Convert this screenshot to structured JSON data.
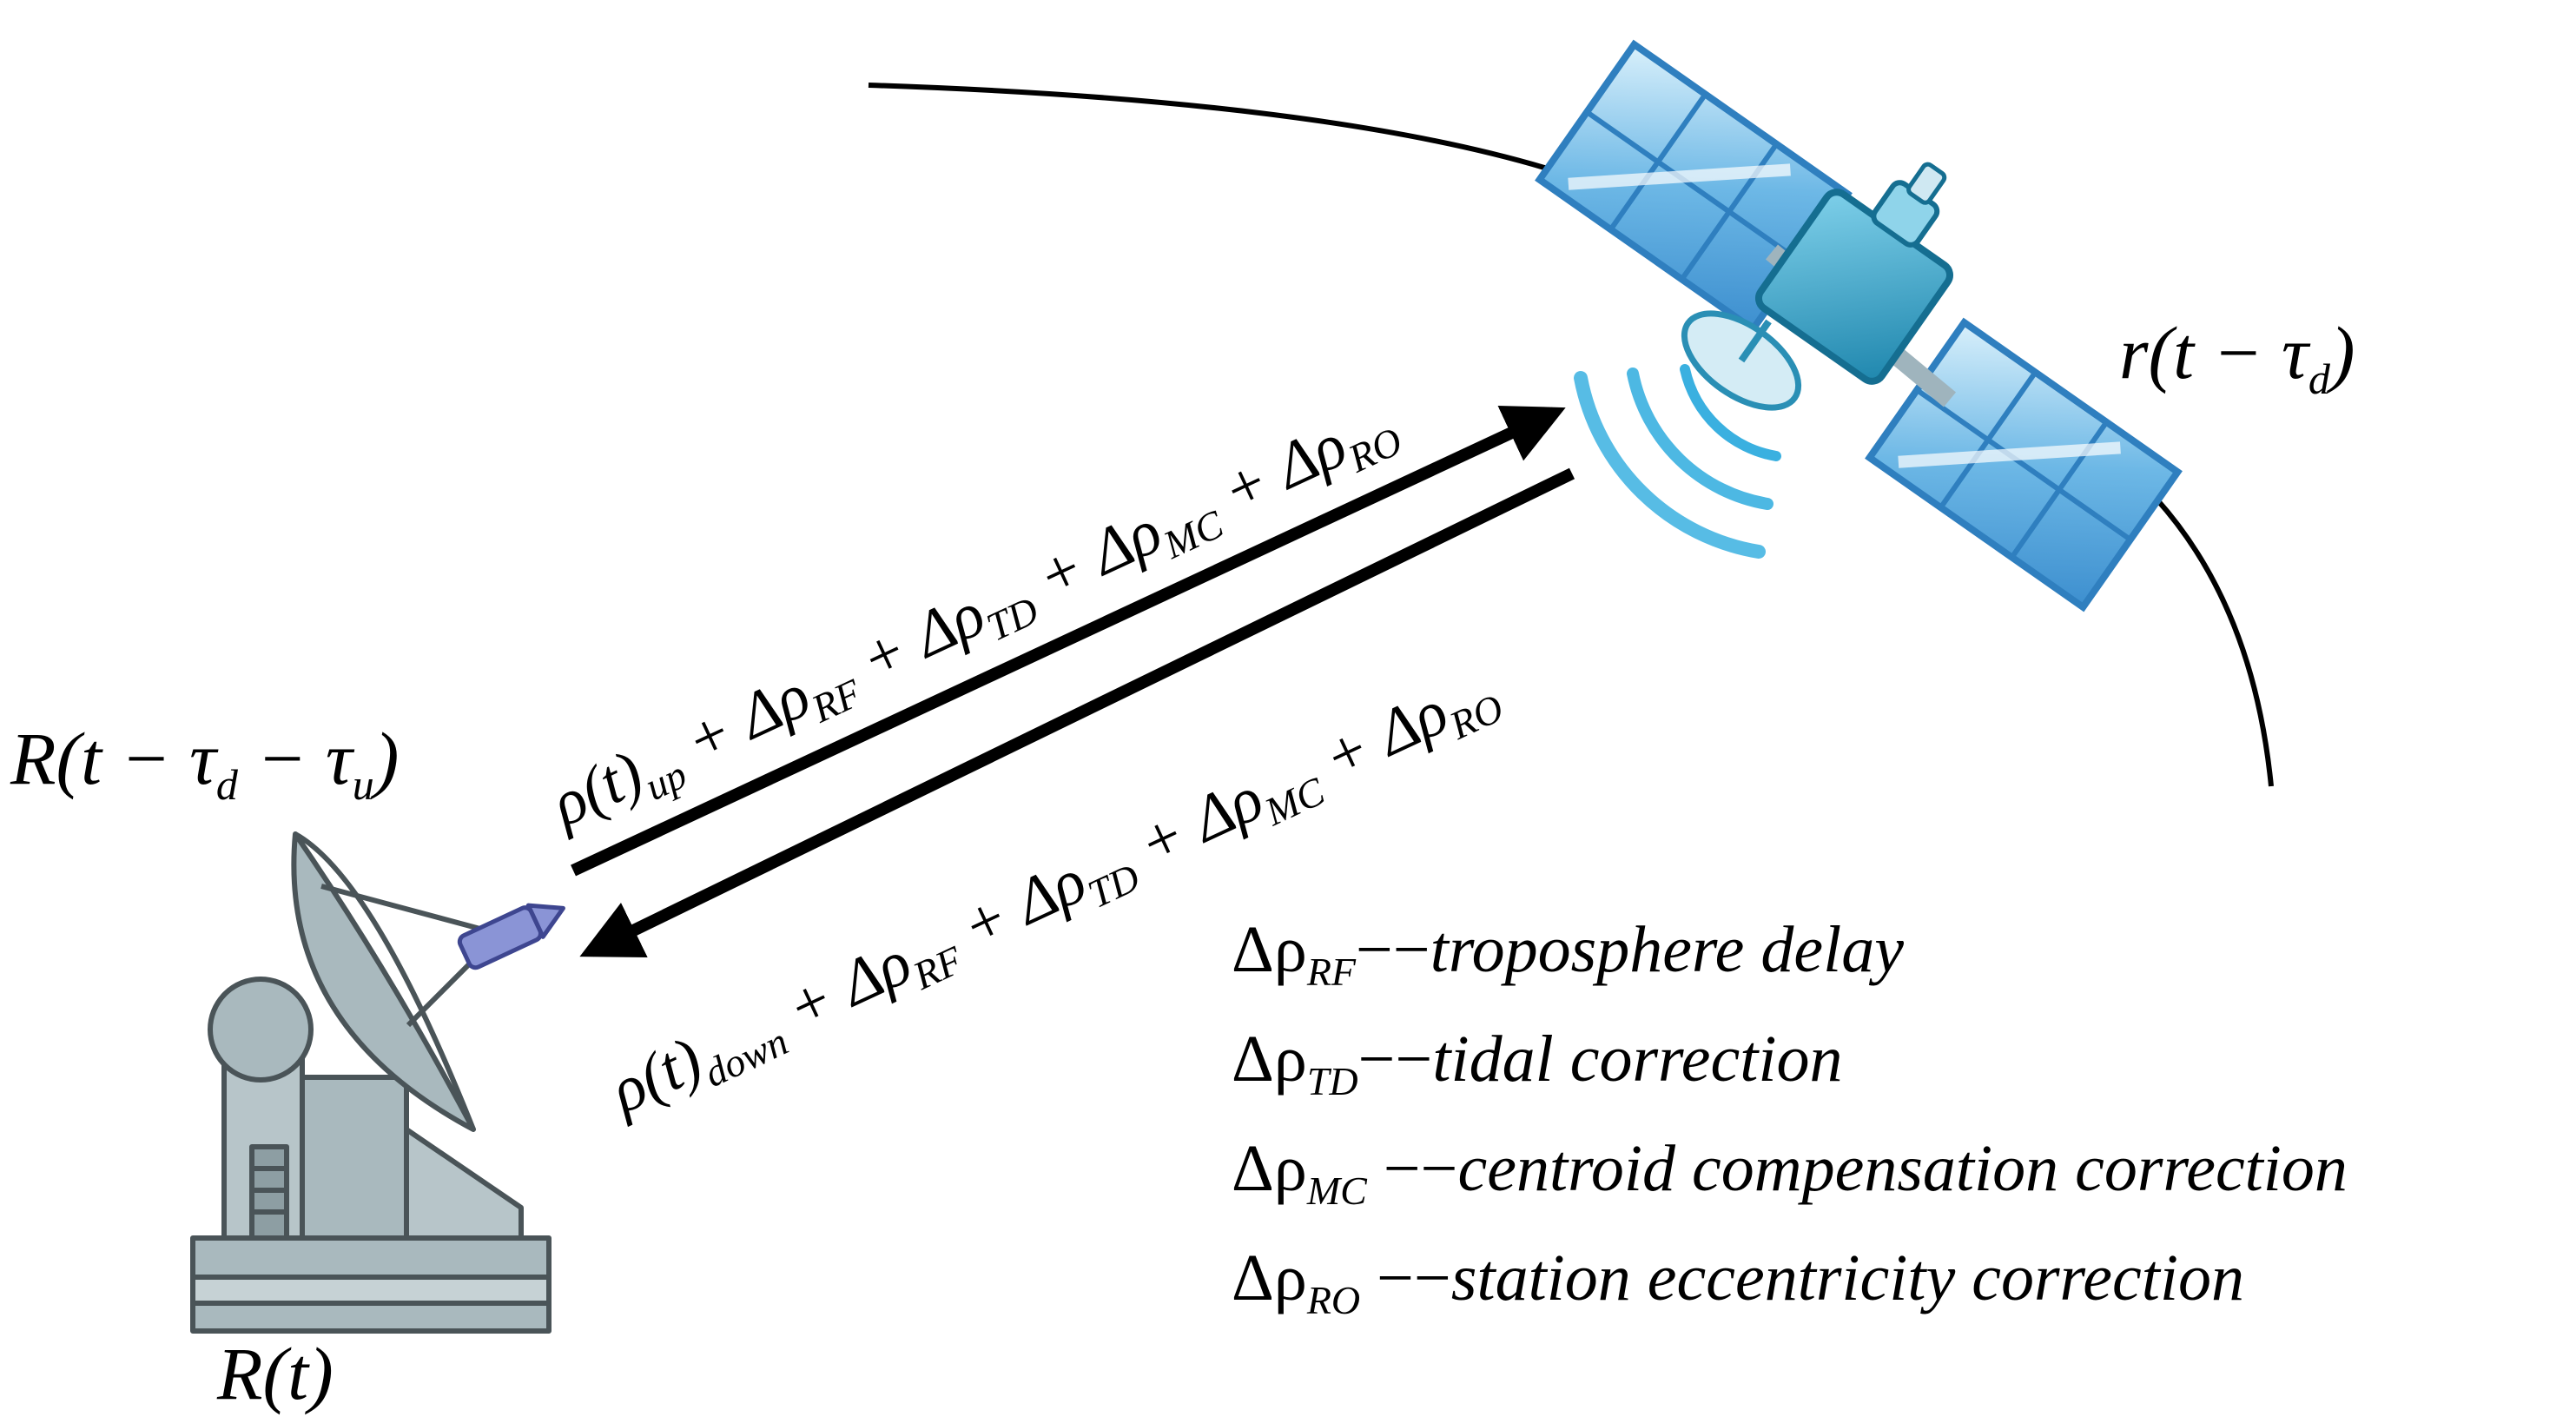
{
  "colors": {
    "panel_blue": "#5aa9df",
    "panel_light": "#bfe3f7",
    "body_teal": "#2a9fc4",
    "signal_blue": "#3ab0e0",
    "station_gray": "#a9b9be",
    "station_dark": "#4a5458",
    "feed_purple": "#8a94d6"
  },
  "icons": {
    "satellite": "satellite-icon",
    "ground_station": "ground-station-dish-icon",
    "signal": "signal-waves-icon"
  },
  "labels": {
    "sat_pos": {
      "main": "r(t − τ",
      "sub": "d",
      "close": ")"
    },
    "station_past": {
      "main": "R(t − τ",
      "sub1": "d",
      "mid": " − τ",
      "sub2": "u",
      "close": ")"
    },
    "station_now": {
      "main": "R(t)"
    }
  },
  "uplink": {
    "p1": "ρ(t)",
    "s1": "up",
    "p2": " + Δρ",
    "s2": "RF",
    "p3": " + Δρ",
    "s3": "TD",
    "p4": " + Δρ",
    "s4": "MC",
    "p5": " + Δρ",
    "s5": "RO"
  },
  "downlink": {
    "p1": "ρ(t)",
    "s1": "down",
    "p2": " + Δρ",
    "s2": "RF",
    "p3": " + Δρ",
    "s3": "TD",
    "p4": " + Δρ",
    "s4": "MC",
    "p5": " + Δρ",
    "s5": "RO"
  },
  "legend": [
    {
      "symbol": "Δρ",
      "sub": "RF",
      "sep": "−−",
      "text": "troposphere delay"
    },
    {
      "symbol": "Δρ",
      "sub": "TD",
      "sep": "−−",
      "text": "tidal correction"
    },
    {
      "symbol": "Δρ",
      "sub": "MC",
      "sep": " −−",
      "text": "centroid compensation correction"
    },
    {
      "symbol": "Δρ",
      "sub": "RO",
      "sep": " −−",
      "text": "station eccentricity correction"
    }
  ]
}
